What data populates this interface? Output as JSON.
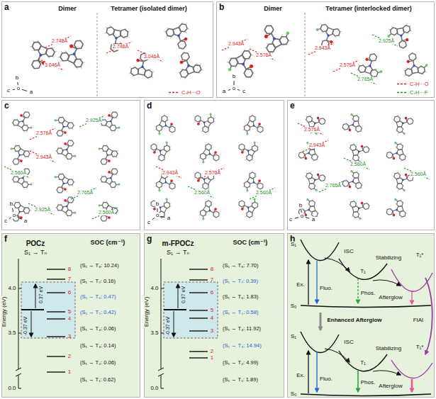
{
  "diagram": {
    "nodes": [
      {
        "text": [
          "a",
          "Dimer",
          "Tetramer (isolated dimer)"
        ]
      },
      {
        "text": [
          "b",
          "Dimer",
          "Tetramer (interlocked dimer)"
        ]
      },
      {
        "text": [
          "c"
        ]
      },
      {
        "text": [
          "d"
        ]
      },
      {
        "text": [
          "e"
        ]
      },
      {
        "text": [
          "f",
          "POCz",
          "S₁ → Tₙ",
          "SOC (cm⁻¹)"
        ]
      },
      {
        "text": [
          "g",
          "m-FPOCz",
          "S₁ → Tₙ",
          "SOC (cm⁻¹)"
        ]
      },
      {
        "text": [
          "h"
        ]
      }
    ],
    "labels": [
      "2.748Å",
      "3.046Å",
      "2.748Å",
      "3.046Å",
      "b",
      "c",
      "o",
      "a",
      "2.943Å",
      "2.576Å",
      "2.943Å",
      "2.925Å",
      "2.576Å",
      "2.765Å",
      "b",
      "a",
      "o",
      "c",
      "2.576Å",
      "2.943Å",
      "2.925Å",
      "2.560Å",
      "2.765Å",
      "2.925Å",
      "2.560Å",
      "b",
      "c",
      "o",
      "a",
      "2.943Å",
      "2.576Å",
      "2.560Å",
      "2.560Å",
      "b",
      "o",
      "c",
      "a",
      "2.576Å",
      "2.943Å",
      "2.560Å",
      "2.765Å",
      "2.560Å",
      "c",
      "b",
      "o",
      "a",
      "Energy (eV)",
      "4.0",
      "3.5",
      "0.0",
      "0.37 eV",
      "-0.37 eV",
      "8",
      "7",
      "6",
      "5",
      "4",
      "3",
      "2",
      "1",
      "(S₁ → T₈: 10.24)",
      "(S₁ → T₇: 0.16)",
      "(S₁ → T₆: 0.47)",
      "(S₁ → T₅: 0.42)",
      "(S₁ → T₄: 0.06)",
      "(S₁ → T₃: 0.14)",
      "(S₁ → T₂: 0.06)",
      "(S₁ → T₁: 0.62)",
      "Energy (eV)",
      "4.0",
      "3.5",
      "0.0",
      "0.37 eV",
      "-0.37 eV",
      "8",
      "7",
      "6",
      "5",
      "4",
      "3",
      "2",
      "1",
      "(S₁ → T₈: 7.70)",
      "(S₁ → T₇: 0.39)",
      "(S₁ → T₆: 1.83)",
      "(S₁ → T₅: 0.58)",
      "(S₁ → T₄: 11.92)",
      "(S₁ → T₃: 14.94)",
      "(S₁ → T₂: 4.99)",
      "(S₁ → T₁: 1.89)",
      "S₁",
      "S₀",
      "Ex.",
      "Fluo.",
      "ISC",
      "Phos.",
      "T₁",
      "Stabilizing",
      "T₁*",
      "Afterglow",
      "Enhanced Afterglow",
      "FIAI",
      "S₁",
      "S₀",
      "Ex.",
      "Fluo.",
      "ISC",
      "Phos.",
      "T₁",
      "Stabilizing",
      "T₁*",
      "Afterglow"
    ],
    "legend": [
      {
        "text": "C-H···O"
      },
      {
        "text": "C-H···O"
      },
      {
        "text": "C-H···F"
      }
    ]
  }
}
